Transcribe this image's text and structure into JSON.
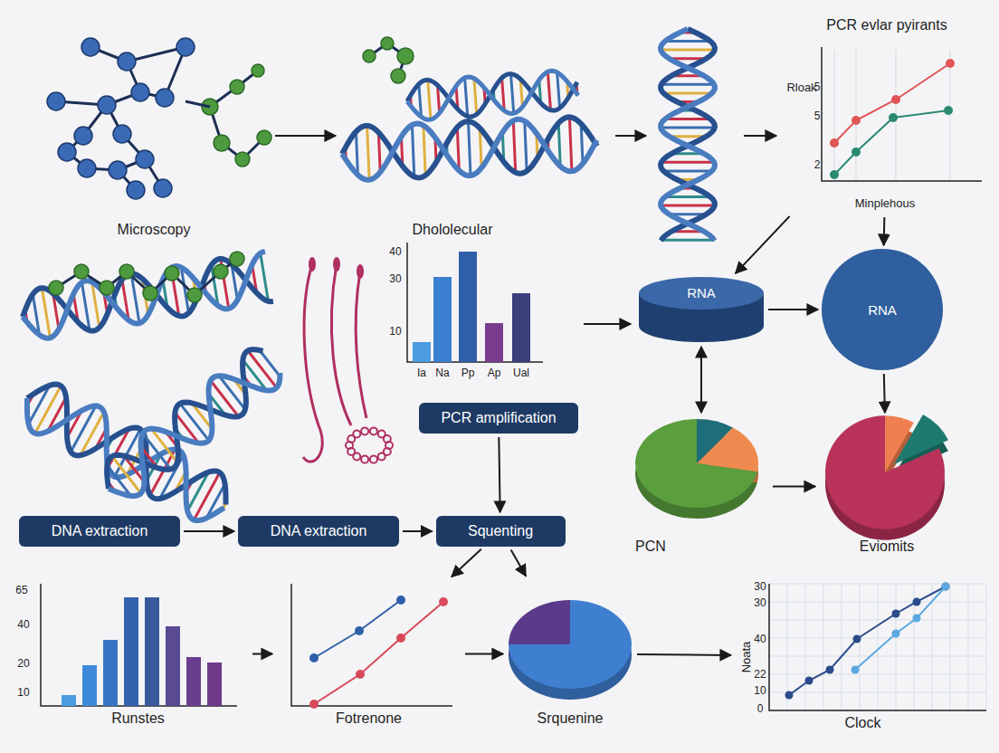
{
  "diagram": {
    "nodes": [
      {
        "text": [
          "Microscopy"
        ]
      },
      {
        "text": [
          "Dhololecular"
        ]
      },
      {
        "text": [
          "PCR evlar pyirants"
        ]
      },
      {
        "text": [
          "RNA"
        ]
      },
      {
        "text": [
          "RNA"
        ]
      },
      {
        "text": [
          "PCR amplification"
        ]
      },
      {
        "text": [
          "PCN"
        ]
      },
      {
        "text": [
          "Eviomits"
        ]
      },
      {
        "text": [
          "DNA extraction"
        ]
      },
      {
        "text": [
          "DNA extraction"
        ]
      },
      {
        "text": [
          "Squenting"
        ]
      },
      {
        "text": [
          "Srquenine"
        ]
      },
      {
        "text": [
          "Runstes"
        ]
      },
      {
        "text": [
          "Fotrenone"
        ]
      },
      {
        "text": [
          "Clock"
        ]
      }
    ],
    "edges": [
      {
        "from": 0,
        "to": 1,
        "arrow": "to"
      },
      {
        "from": 2,
        "to": 3,
        "arrow": "to"
      },
      {
        "from": 2,
        "to": 4,
        "arrow": "to"
      },
      {
        "from": 3,
        "to": 4,
        "arrow": "to"
      },
      {
        "from": 3,
        "to": 6,
        "arrow": "both"
      },
      {
        "from": 4,
        "to": 7,
        "arrow": "to"
      },
      {
        "from": 6,
        "to": 7,
        "arrow": "to"
      },
      {
        "from": 5,
        "to": 10,
        "arrow": "to"
      },
      {
        "from": 8,
        "to": 9,
        "arrow": "to"
      },
      {
        "from": 9,
        "to": 10,
        "arrow": "to"
      },
      {
        "from": 10,
        "to": 13,
        "arrow": "to"
      },
      {
        "from": 10,
        "to": 11,
        "arrow": "to"
      },
      {
        "from": 12,
        "to": 13,
        "arrow": "to"
      },
      {
        "from": 13,
        "to": 11,
        "arrow": "to"
      },
      {
        "from": 11,
        "to": 14,
        "arrow": "to"
      }
    ],
    "labels": [
      "Rloak",
      "5",
      "5",
      "2",
      "Minplehous",
      "40",
      "30",
      "10",
      "Ia",
      "Na",
      "Pp",
      "Ap",
      "Ual",
      "65",
      "40",
      "20",
      "10",
      "30",
      "30",
      "40",
      "22",
      "10",
      "0",
      "Noata"
    ]
  }
}
